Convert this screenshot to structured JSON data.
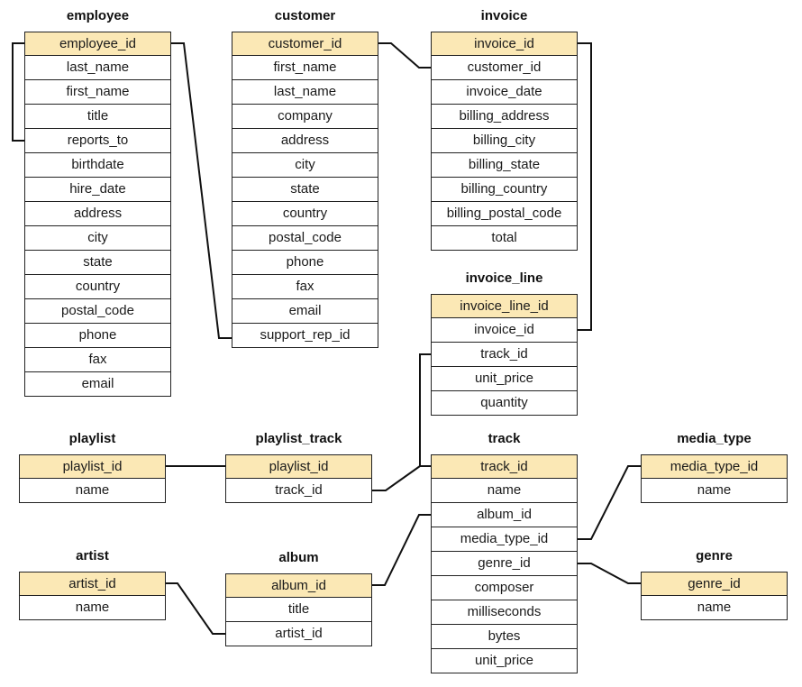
{
  "entities": {
    "employee": {
      "title": "employee",
      "fields": [
        "employee_id",
        "last_name",
        "first_name",
        "title",
        "reports_to",
        "birthdate",
        "hire_date",
        "address",
        "city",
        "state",
        "country",
        "postal_code",
        "phone",
        "fax",
        "email"
      ]
    },
    "customer": {
      "title": "customer",
      "fields": [
        "customer_id",
        "first_name",
        "last_name",
        "company",
        "address",
        "city",
        "state",
        "country",
        "postal_code",
        "phone",
        "fax",
        "email",
        "support_rep_id"
      ]
    },
    "invoice": {
      "title": "invoice",
      "fields": [
        "invoice_id",
        "customer_id",
        "invoice_date",
        "billing_address",
        "billing_city",
        "billing_state",
        "billing_country",
        "billing_postal_code",
        "total"
      ]
    },
    "invoice_line": {
      "title": "invoice_line",
      "fields": [
        "invoice_line_id",
        "invoice_id",
        "track_id",
        "unit_price",
        "quantity"
      ]
    },
    "playlist": {
      "title": "playlist",
      "fields": [
        "playlist_id",
        "name"
      ]
    },
    "playlist_track": {
      "title": "playlist_track",
      "fields": [
        "playlist_id",
        "track_id"
      ]
    },
    "track": {
      "title": "track",
      "fields": [
        "track_id",
        "name",
        "album_id",
        "media_type_id",
        "genre_id",
        "composer",
        "milliseconds",
        "bytes",
        "unit_price"
      ]
    },
    "media_type": {
      "title": "media_type",
      "fields": [
        "media_type_id",
        "name"
      ]
    },
    "artist": {
      "title": "artist",
      "fields": [
        "artist_id",
        "name"
      ]
    },
    "album": {
      "title": "album",
      "fields": [
        "album_id",
        "title",
        "artist_id"
      ]
    },
    "genre": {
      "title": "genre",
      "fields": [
        "genre_id",
        "name"
      ]
    }
  },
  "colors": {
    "primary_key_fill": "#fbe8b5",
    "border": "#222222",
    "connector": "#111111"
  }
}
